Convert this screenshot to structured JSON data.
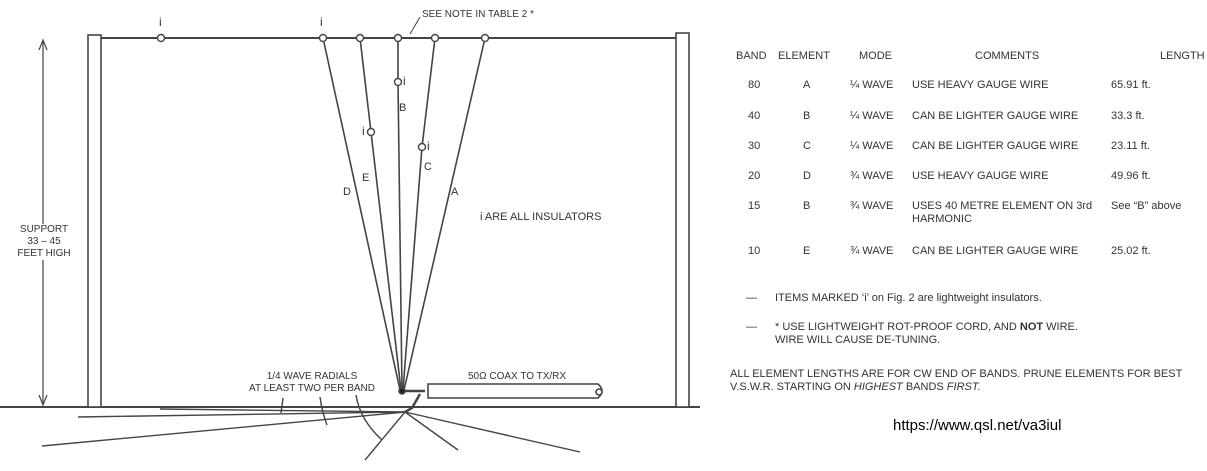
{
  "diagram": {
    "insulator_mark": "i",
    "see_note": "SEE NOTE IN TABLE 2 *",
    "support_label": [
      "SUPPORT",
      "33 – 45",
      "FEET HIGH"
    ],
    "insulators_note": "i ARE ALL INSULATORS",
    "wire_labels": {
      "A": "A",
      "B": "B",
      "C": "C",
      "D": "D",
      "E": "E"
    },
    "radials_label": [
      "1/4 WAVE RADIALS",
      "AT LEAST TWO PER BAND"
    ],
    "coax_label": "50Ω COAX TO TX/RX"
  },
  "table": {
    "headers": [
      "BAND",
      "ELEMENT",
      "MODE",
      "COMMENTS",
      "LENGTH"
    ],
    "rows": [
      {
        "band": "80",
        "element": "A",
        "mode": "¼ WAVE",
        "comments": "USE HEAVY GAUGE WIRE",
        "length": "65.91 ft."
      },
      {
        "band": "40",
        "element": "B",
        "mode": "¼ WAVE",
        "comments": "CAN BE LIGHTER GAUGE WIRE",
        "length": "33.3 ft."
      },
      {
        "band": "30",
        "element": "C",
        "mode": "¼ WAVE",
        "comments": "CAN BE LIGHTER GAUGE WIRE",
        "length": "23.11 ft."
      },
      {
        "band": "20",
        "element": "D",
        "mode": "¾ WAVE",
        "comments": "USE HEAVY GAUGE WIRE",
        "length": "49.96 ft."
      },
      {
        "band": "15",
        "element": "B",
        "mode": "¾ WAVE",
        "comments": "USES 40 METRE ELEMENT ON 3rd HARMONIC",
        "length": "See “B” above"
      },
      {
        "band": "10",
        "element": "E",
        "mode": "¾ WAVE",
        "comments": "CAN BE LIGHTER GAUGE WIRE",
        "length": "25.02 ft."
      }
    ]
  },
  "notes": {
    "dash": "—",
    "note1": "ITEMS MARKED ‘i’ on Fig. 2 are lightweight insulators.",
    "note2_a": "* USE LIGHTWEIGHT ROT-PROOF CORD, AND ",
    "note2_bold": "NOT",
    "note2_b": " WIRE.",
    "note2_line2": "WIRE WILL CAUSE DE-TUNING.",
    "footer_1": "ALL ELEMENT LENGTHS ARE FOR CW END OF BANDS. PRUNE ELEMENTS FOR BEST V.S.W.R. STARTING ON ",
    "footer_em1": "HIGHEST",
    "footer_2": " BANDS ",
    "footer_em2": "FIRST."
  },
  "url": "https://www.qsl.net/va3iul"
}
